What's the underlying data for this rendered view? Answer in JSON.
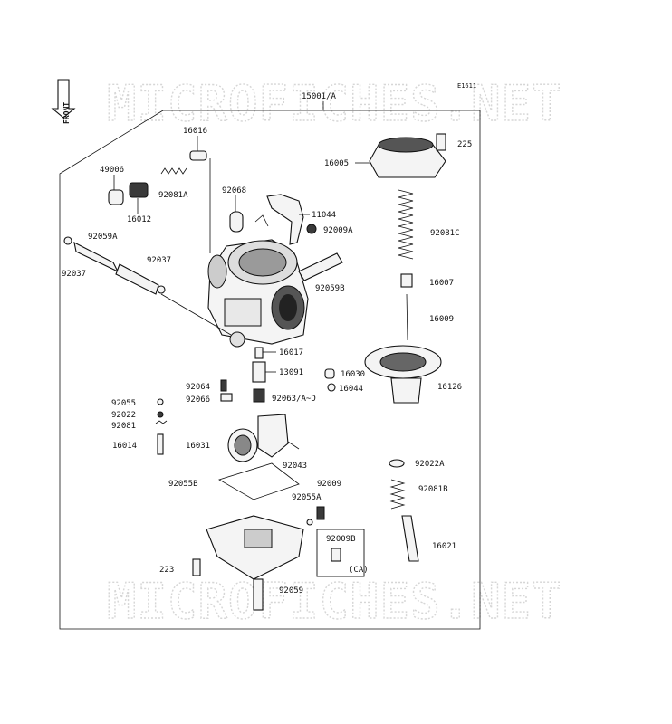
{
  "watermark": "MICROFICHES.NET",
  "front_label": "FRONT",
  "ref_code": "E1611",
  "assembly_label": "15001/A",
  "part_labels": {
    "p225": "225",
    "p16016": "16016",
    "p16005": "16005",
    "p49006": "49006",
    "p92081A": "92081A",
    "p16012": "16012",
    "p92068": "92068",
    "p11044": "11044",
    "p92009A": "92009A",
    "p92081C": "92081C",
    "p92059A": "92059A",
    "p92037a": "92037",
    "p92037b": "92037",
    "p92059B": "92059B",
    "p16007": "16007",
    "p16009": "16009",
    "p16017": "16017",
    "p13091": "13091",
    "p16030": "16030",
    "p16044": "16044",
    "p16126": "16126",
    "p92064": "92064",
    "p92055": "92055",
    "p92066": "92066",
    "p92063": "92063/A~D",
    "p92022": "92022",
    "p92081": "92081",
    "p16014": "16014",
    "p16031": "16031",
    "p92043": "92043",
    "p92022A": "92022A",
    "p92055B": "92055B",
    "p92009": "92009",
    "p92055A": "92055A",
    "p92081B": "92081B",
    "p92009B": "92009B",
    "pCA": "(CA)",
    "p16021": "16021",
    "p223": "223",
    "p92059": "92059"
  }
}
